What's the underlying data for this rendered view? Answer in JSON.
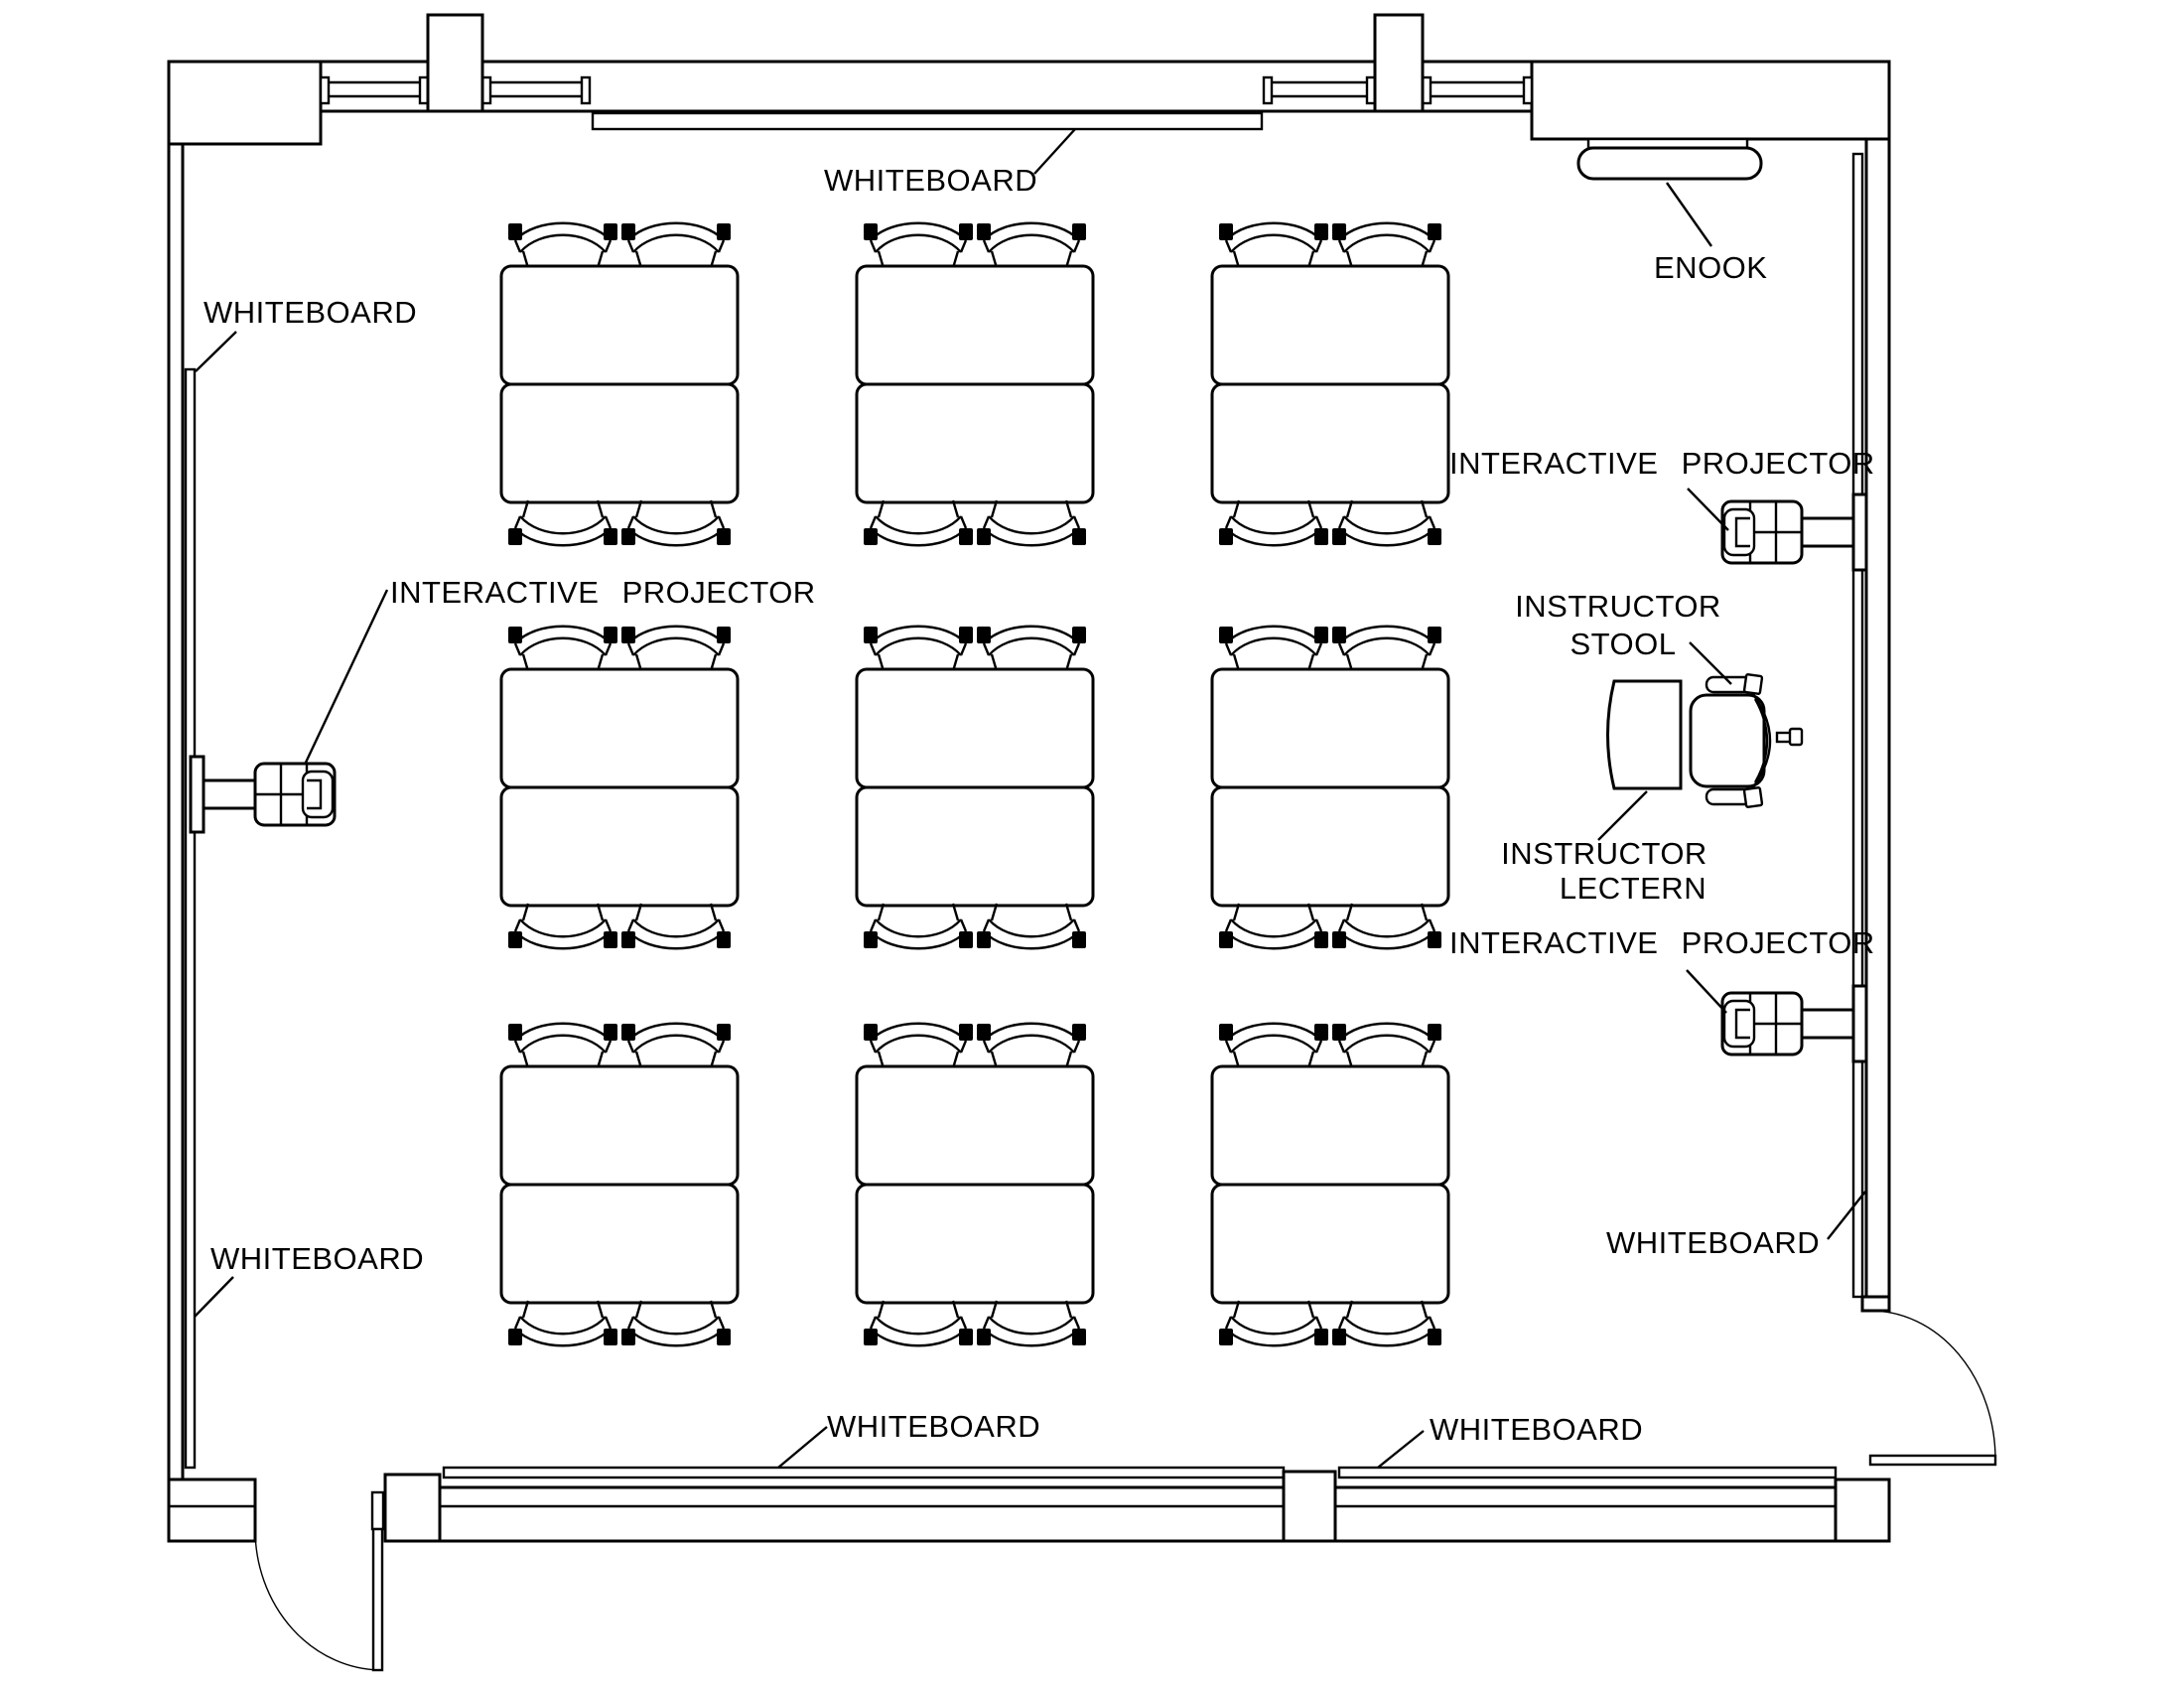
{
  "drawing": {
    "type": "classroom floor plan",
    "colors": {
      "line": "#000000",
      "background": "#ffffff"
    },
    "furniture_summary": {
      "table_groups": 9,
      "chairs_per_table_group": 4,
      "interactive_projectors": 3,
      "instructor_stools": 1,
      "instructor_lecterns": 1,
      "enook_units": 1,
      "doors": 2,
      "whiteboards_labeled": 6
    }
  },
  "annotations": [
    {
      "text": "WHITEBOARD",
      "target": "top wall whiteboard"
    },
    {
      "text": "WHITEBOARD",
      "target": "left wall whiteboard (upper)"
    },
    {
      "text": "ENOOK",
      "target": "enook wall unit"
    },
    {
      "text": "INTERACTIVE PROJECTOR",
      "target": "left wall projector"
    },
    {
      "text": "INTERACTIVE PROJECTOR",
      "target": "right wall upper projector"
    },
    {
      "line1": "INSTRUCTOR",
      "line2": "STOOL",
      "target": "instructor stool"
    },
    {
      "line1": "INSTRUCTOR",
      "line2": "LECTERN",
      "target": "instructor lectern"
    },
    {
      "text": "INTERACTIVE PROJECTOR",
      "target": "right wall lower projector"
    },
    {
      "text": "WHITEBOARD",
      "target": "left wall whiteboard (lower)"
    },
    {
      "text": "WHITEBOARD",
      "target": "right wall whiteboard"
    },
    {
      "text": "WHITEBOARD",
      "target": "bottom wall whiteboard (left)"
    },
    {
      "text": "WHITEBOARD",
      "target": "bottom wall whiteboard (right)"
    }
  ]
}
